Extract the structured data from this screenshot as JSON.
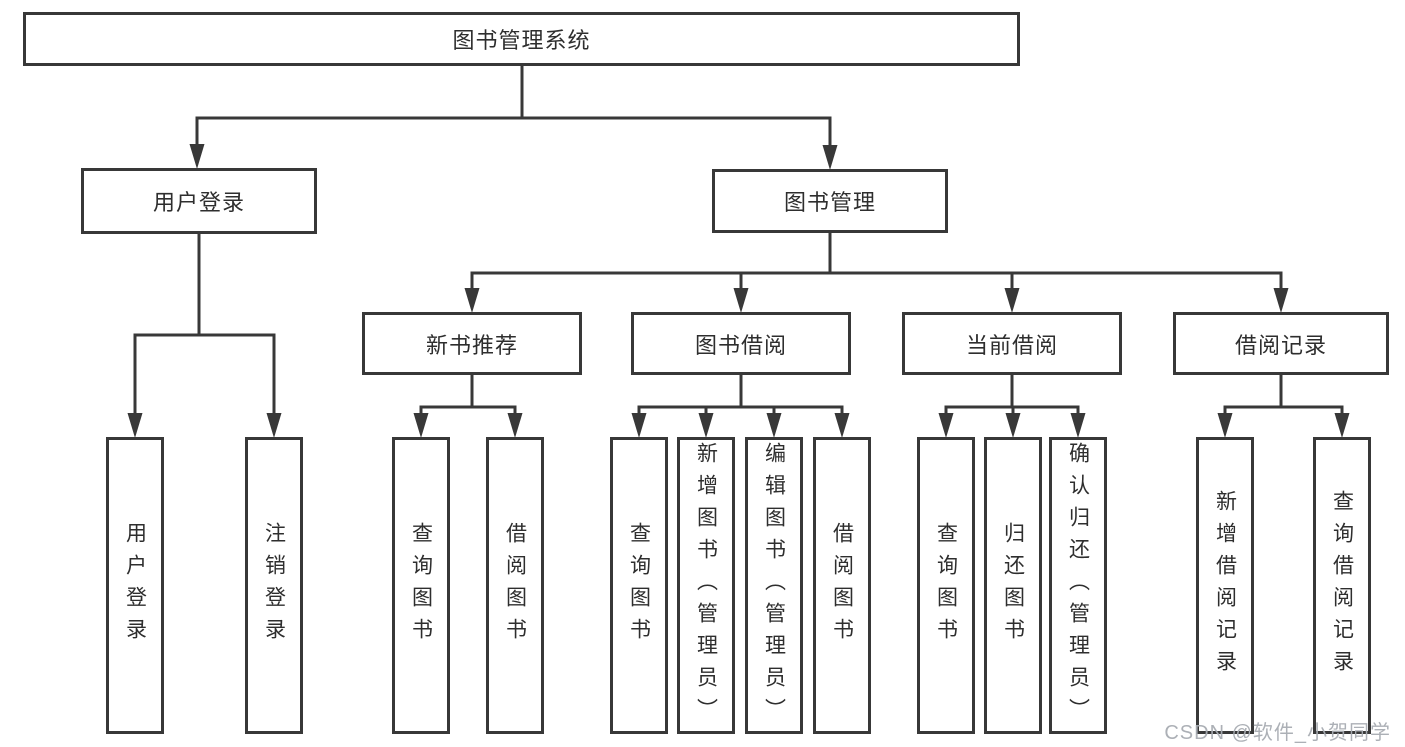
{
  "tree": {
    "root": "图书管理系统",
    "branches": [
      {
        "label": "用户登录",
        "children": [
          "用户登录",
          "注销登录"
        ]
      },
      {
        "label": "图书管理",
        "groups": [
          {
            "label": "新书推荐",
            "children": [
              "查询图书",
              "借阅图书"
            ]
          },
          {
            "label": "图书借阅",
            "children": [
              "查询图书",
              "新增图书（管理员）",
              "编辑图书（管理员）",
              "借阅图书"
            ]
          },
          {
            "label": "当前借阅",
            "children": [
              "查询图书",
              "归还图书",
              "确认归还（管理员）"
            ]
          },
          {
            "label": "借阅记录",
            "children": [
              "新增借阅记录",
              "查询借阅记录"
            ]
          }
        ]
      }
    ]
  },
  "watermark": {
    "text": "CSDN @软件_小贺同学"
  },
  "colors": {
    "line": "#383838",
    "text": "#2e2e2e",
    "background": "#ffffff",
    "watermark": "#a8acb2"
  }
}
